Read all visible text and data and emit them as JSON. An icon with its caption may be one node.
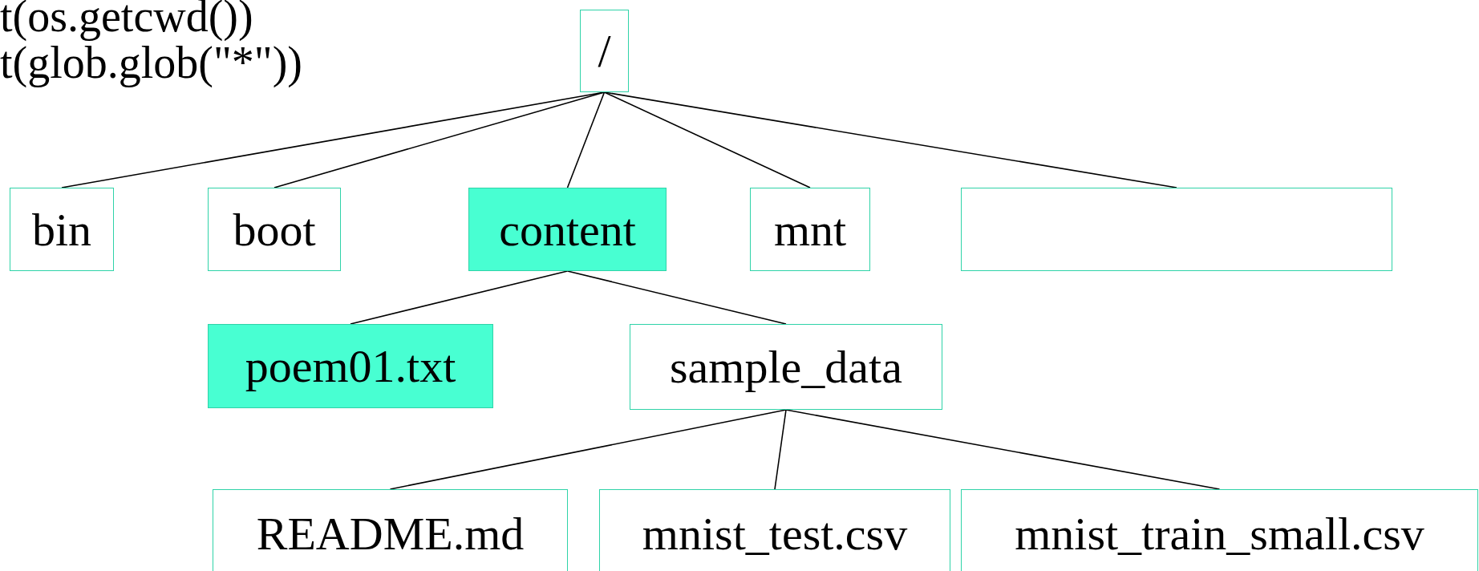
{
  "diagram": {
    "nodes": [
      {
        "text": [
          "/"
        ]
      },
      {
        "text": [
          "bin"
        ]
      },
      {
        "text": [
          "boot"
        ]
      },
      {
        "text": [
          "content"
        ]
      },
      {
        "text": [
          "mnt"
        ]
      },
      {
        "text": [],
        "shape": "box"
      },
      {
        "text": [
          "poem01.txt"
        ]
      },
      {
        "text": [
          "sample_data"
        ]
      },
      {
        "text": [
          "README.md"
        ]
      },
      {
        "text": [
          "mnist_test.csv"
        ]
      },
      {
        "text": [
          "mnist_train_small.csv"
        ]
      }
    ],
    "edges": [
      {
        "from": 0,
        "to": 1,
        "arrow": "none"
      },
      {
        "from": 0,
        "to": 2,
        "arrow": "none"
      },
      {
        "from": 0,
        "to": 3,
        "arrow": "none"
      },
      {
        "from": 0,
        "to": 4,
        "arrow": "none"
      },
      {
        "from": 0,
        "to": 5,
        "arrow": "none"
      },
      {
        "from": 3,
        "to": 6,
        "arrow": "none"
      },
      {
        "from": 3,
        "to": 7,
        "arrow": "none"
      },
      {
        "from": 7,
        "to": 8,
        "arrow": "none"
      },
      {
        "from": 7,
        "to": 9,
        "arrow": "none"
      },
      {
        "from": 7,
        "to": 10,
        "arrow": "none"
      }
    ],
    "labels": [
      "t(os.getcwd())",
      "t(glob.glob(\"*\"))"
    ]
  }
}
